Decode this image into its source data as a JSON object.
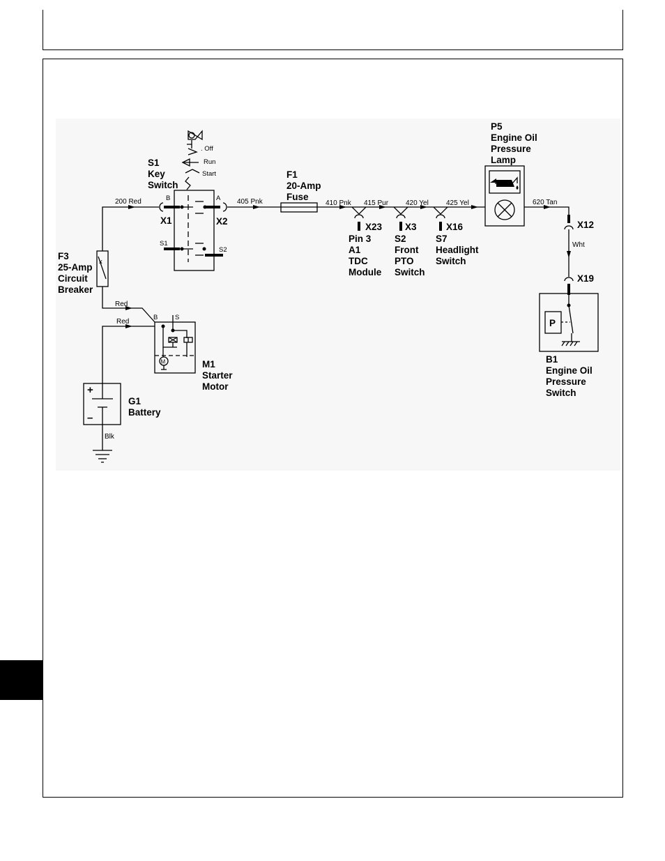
{
  "components": {
    "s1": {
      "id": "S1",
      "lines": [
        "Key",
        "Switch"
      ],
      "positions": [
        ". Off",
        "Run",
        "Start"
      ],
      "terminals": {
        "b": "B",
        "a": "A",
        "s1": "S1",
        "s2": "S2"
      }
    },
    "f1": {
      "id": "F1",
      "lines": [
        "20-Amp",
        "Fuse"
      ]
    },
    "f3": {
      "id": "F3",
      "lines": [
        "25-Amp",
        "Circuit",
        "Breaker"
      ]
    },
    "p5": {
      "id": "P5",
      "lines": [
        "Engine Oil",
        "Pressure",
        "Lamp"
      ]
    },
    "m1": {
      "id": "M1",
      "lines": [
        "Starter",
        "Motor"
      ],
      "terminals": {
        "b": "B",
        "s": "S"
      }
    },
    "g1": {
      "id": "G1",
      "lines": [
        "Battery"
      ],
      "plus": "+",
      "minus": "–"
    },
    "b1": {
      "id": "B1",
      "lines": [
        "Engine Oil",
        "Pressure",
        "Switch"
      ],
      "symbol": "P"
    },
    "x23": {
      "id": "X23",
      "lines": [
        "Pin 3",
        "A1",
        "TDC",
        "Module"
      ]
    },
    "x3": {
      "id": "X3",
      "lines": [
        "S2",
        "Front",
        "PTO",
        "Switch"
      ]
    },
    "x16": {
      "id": "X16",
      "lines": [
        "S7",
        "Headlight",
        "Switch"
      ]
    }
  },
  "connectors": [
    "X1",
    "X2",
    "X12",
    "X19"
  ],
  "wires": {
    "w200": "200 Red",
    "w405": "405 Pnk",
    "w410": "410 Pnk",
    "w415": "415 Pur",
    "w420": "420 Yel",
    "w425": "425 Yel",
    "w620": "620 Tan",
    "wht": "Wht",
    "red1": "Red",
    "red2": "Red",
    "blk": "Blk"
  },
  "icons": [
    "key-icon",
    "oil-can-icon",
    "lamp-icon",
    "ground-icon",
    "motor-icon"
  ]
}
